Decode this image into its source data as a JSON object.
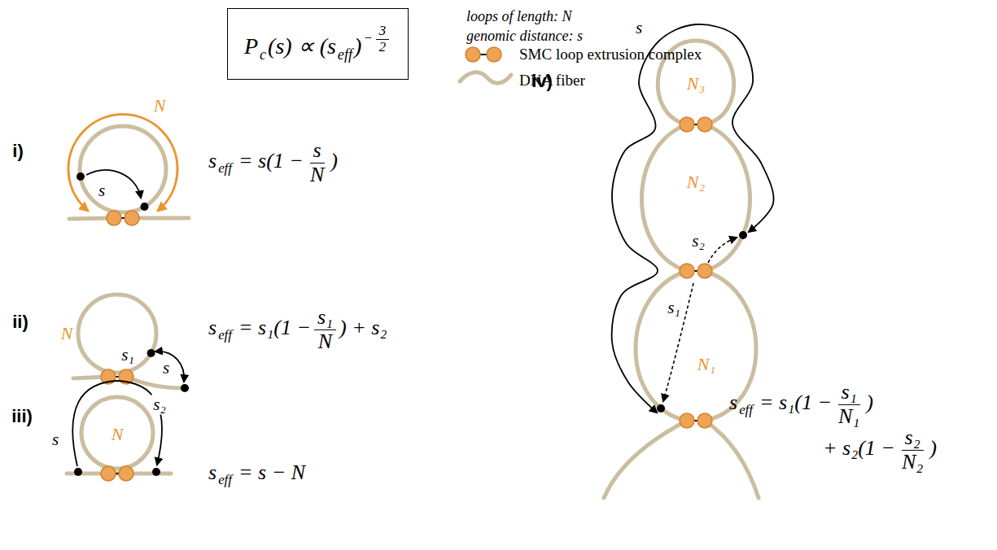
{
  "diagram": {
    "nodes": [
      {
        "text": [
          "P",
          "c",
          "(s) ∝ (s",
          "eff",
          ")",
          "−",
          "3",
          "2"
        ]
      }
    ],
    "labels": [
      "i)",
      "N",
      "s",
      "s",
      "eff",
      "= s(1 −",
      "s",
      "N",
      ")",
      "ii)",
      "N",
      "s₁",
      "s",
      "s₂",
      "s",
      "eff",
      "= s₁(1 −",
      "s₁",
      "N",
      ") + s₂",
      "iii)",
      "N",
      "s",
      "s",
      "eff",
      "= s − N",
      "iv)",
      "s",
      "N₃",
      "N₂",
      "s₂",
      "s₁",
      "N₁",
      "s",
      "eff",
      "= s₁(1 −",
      "s₁",
      "N₁",
      ")",
      "+ s₂(1 −",
      "s₂",
      "N₂",
      ")"
    ],
    "legend": [
      {
        "text": "loops of length: N"
      },
      {
        "text": "genomic distance: s"
      },
      {
        "text": "SMC loop extrusion complex"
      },
      {
        "text": "DNA fiber"
      }
    ]
  }
}
